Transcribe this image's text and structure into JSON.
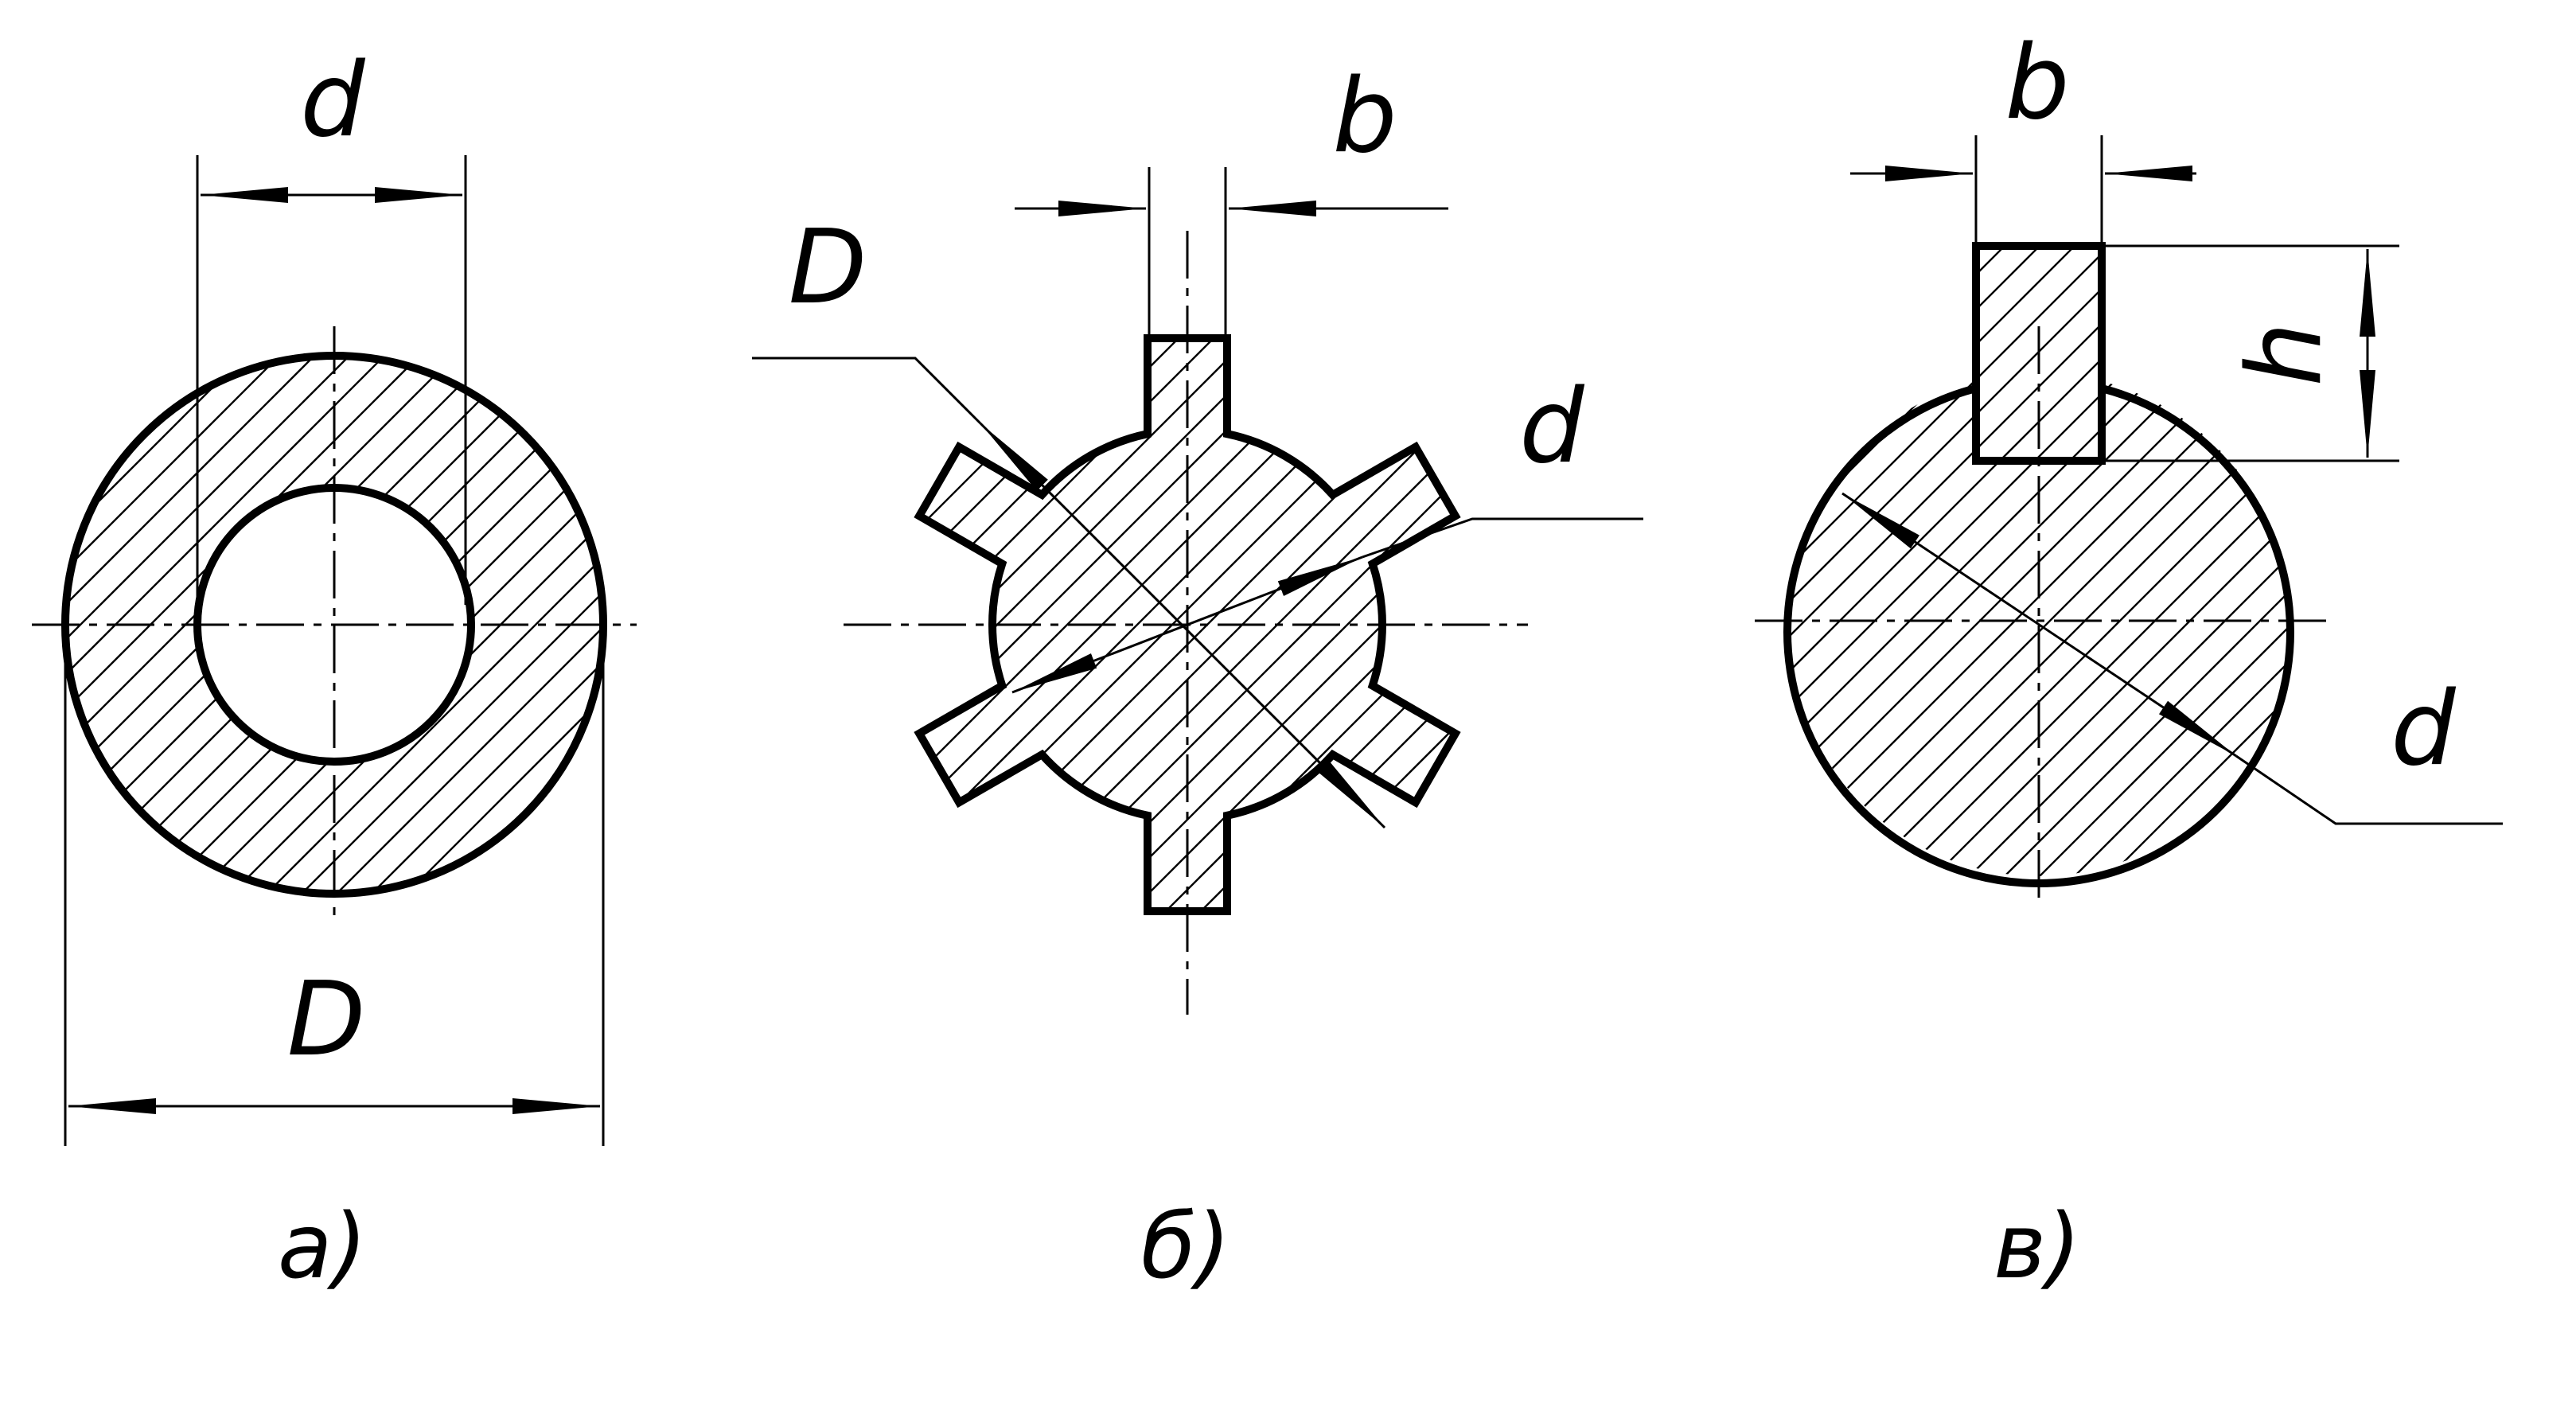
{
  "figures": {
    "a": {
      "caption": "а)",
      "dim_inner": "d",
      "dim_outer": "D"
    },
    "b": {
      "caption": "б)",
      "dim_outer": "D",
      "dim_inner": "d",
      "dim_width": "b"
    },
    "c": {
      "caption": "в)",
      "dim_width": "b",
      "dim_height": "h",
      "dim_diameter": "d"
    }
  },
  "colors": {
    "line": "#000000",
    "background": "#ffffff"
  }
}
